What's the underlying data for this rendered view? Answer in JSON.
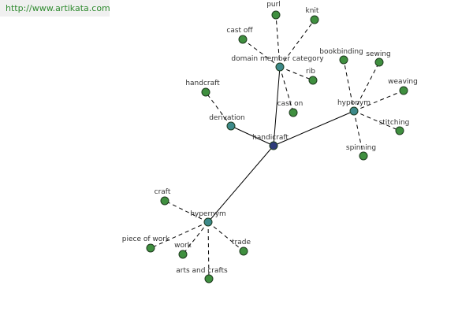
{
  "watermark": "http://www.artikata.com",
  "colors": {
    "central": "#2e3b7a",
    "relation": "#3d8a8a",
    "leaf": "#3f8f3f",
    "edge": "#000000",
    "label": "#333333"
  },
  "graph": {
    "center": {
      "id": "handicraft",
      "label": "handicraft"
    },
    "relations": [
      {
        "id": "domain-member-category",
        "label": "domain member category",
        "leaves": [
          {
            "id": "purl",
            "label": "purl"
          },
          {
            "id": "knit",
            "label": "knit"
          },
          {
            "id": "cast-off",
            "label": "cast off"
          },
          {
            "id": "rib",
            "label": "rib"
          },
          {
            "id": "cast-on",
            "label": "cast on"
          }
        ]
      },
      {
        "id": "hyponym",
        "label": "hyponym",
        "leaves": [
          {
            "id": "bookbinding",
            "label": "bookbinding"
          },
          {
            "id": "sewing",
            "label": "sewing"
          },
          {
            "id": "weaving",
            "label": "weaving"
          },
          {
            "id": "stitching",
            "label": "stitching"
          },
          {
            "id": "spinning",
            "label": "spinning"
          }
        ]
      },
      {
        "id": "derivation",
        "label": "derivation",
        "leaves": [
          {
            "id": "handcraft",
            "label": "handcraft"
          }
        ]
      },
      {
        "id": "hypernym",
        "label": "hypernym",
        "leaves": [
          {
            "id": "craft",
            "label": "craft"
          },
          {
            "id": "piece-of-work",
            "label": "piece of work"
          },
          {
            "id": "work",
            "label": "work"
          },
          {
            "id": "trade",
            "label": "trade"
          },
          {
            "id": "arts-and-crafts",
            "label": "arts and crafts"
          }
        ]
      }
    ]
  }
}
